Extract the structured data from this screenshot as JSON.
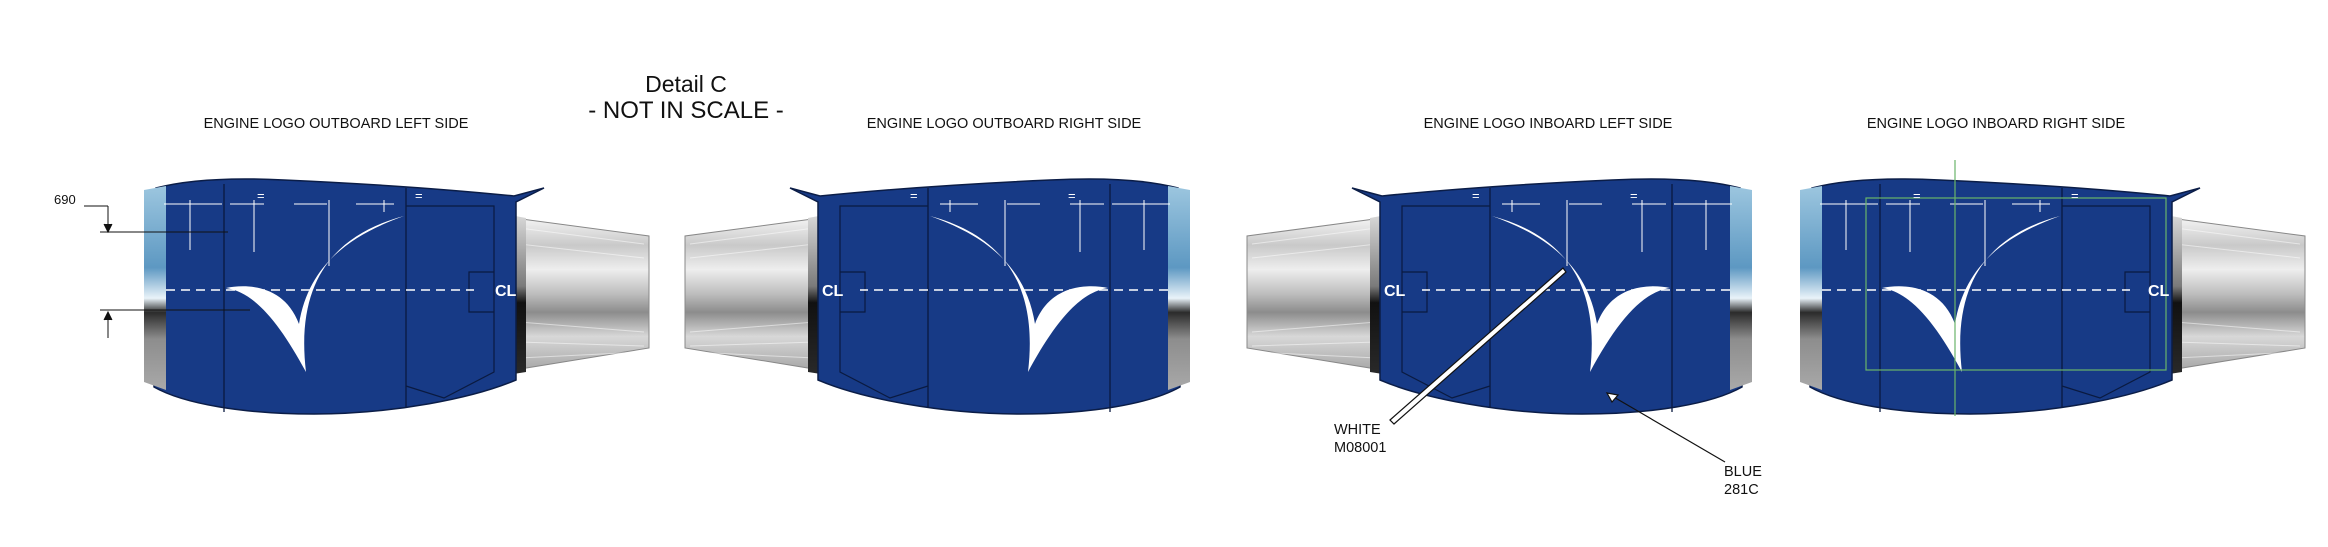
{
  "detail_title": "Detail C",
  "detail_subtitle": "- NOT IN SCALE -",
  "dimension_value": "690",
  "centerline_symbol": "CL",
  "equal_mark": "=",
  "views": [
    {
      "label": "ENGINE LOGO OUTBOARD LEFT SIDE"
    },
    {
      "label": "ENGINE LOGO OUTBOARD RIGHT SIDE"
    },
    {
      "label": "ENGINE LOGO INBOARD LEFT SIDE"
    },
    {
      "label": "ENGINE LOGO INBOARD RIGHT SIDE"
    }
  ],
  "callouts": {
    "white": {
      "line1": "WHITE",
      "line2": "M08001"
    },
    "blue": {
      "line1": "BLUE",
      "line2": "281C"
    }
  },
  "colors": {
    "nacelle_blue": "#173a86",
    "logo_white": "#ffffff",
    "inlet_light_blue": "#6aa3c8",
    "guide_green": "#6ab46a"
  }
}
